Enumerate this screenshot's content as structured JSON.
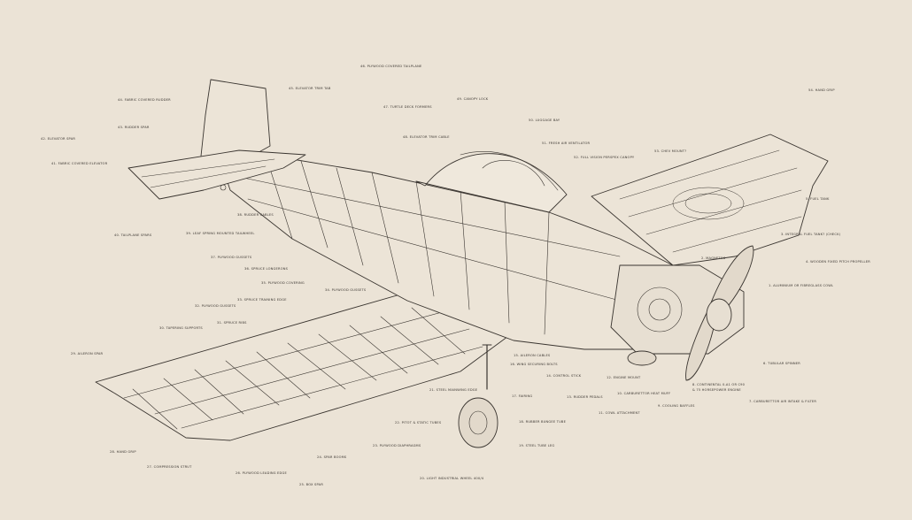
{
  "labels": [
    {
      "id": "l1",
      "text": "1. ALUMINIUM OR FIBREGLASS COWL"
    },
    {
      "id": "l2",
      "text": "2. MAGNETOS"
    },
    {
      "id": "l3",
      "text": "3. INTEGRAL FUEL TANK? (check)"
    },
    {
      "id": "l4",
      "text": "4. WOODEN FIXED PITCH PROPELLER"
    },
    {
      "id": "l5",
      "text": "5. FUEL TANK"
    },
    {
      "id": "l6",
      "text": "6. TUBULAR SPINNER"
    },
    {
      "id": "l7",
      "text": "7. CARBURETTOR AIR INTAKE & FILTER"
    },
    {
      "id": "l8",
      "text": "8. CONTINENTAL 0-A1 OR C90"
    },
    {
      "id": "l8b",
      "text": "& 75 HORSEPOWER ENGINE"
    },
    {
      "id": "l9",
      "text": "9. COOLING BAFFLES"
    },
    {
      "id": "l10",
      "text": "10. CARBURETTOR HEAT MUFF"
    },
    {
      "id": "l11",
      "text": "11. COWL ATTACHMENT"
    },
    {
      "id": "l12",
      "text": "12. ENGINE MOUNT"
    },
    {
      "id": "l13",
      "text": "13. RUDDER PEDALS"
    },
    {
      "id": "l14",
      "text": "14. CONTROL STICK"
    },
    {
      "id": "l15",
      "text": "15. AILERON CABLES"
    },
    {
      "id": "l16",
      "text": "16. WING SECURING BOLTS"
    },
    {
      "id": "l17",
      "text": "17. FAIRING"
    },
    {
      "id": "l18",
      "text": "18. RUBBER BUNGEE TUBE"
    },
    {
      "id": "l19",
      "text": "19. STEEL TUBE LEG"
    },
    {
      "id": "l20",
      "text": "20. LIGHT INDUSTRIAL WHEEL 400/4"
    },
    {
      "id": "l21",
      "text": "21. STEEL MAINWING EDGE"
    },
    {
      "id": "l22",
      "text": "22. PITOT & STATIC TUBES"
    },
    {
      "id": "l23",
      "text": "23. PLYWOOD DIAPHRAGMS"
    },
    {
      "id": "l24",
      "text": "24. SPAR BOOMS"
    },
    {
      "id": "l25",
      "text": "25. BOX SPAR"
    },
    {
      "id": "l26",
      "text": "26. PLYWOOD LEADING EDGE"
    },
    {
      "id": "l27",
      "text": "27. COMPRESSION STRUT"
    },
    {
      "id": "l28",
      "text": "28. HAND GRIP"
    },
    {
      "id": "l29",
      "text": "29. AILERON SPAR"
    },
    {
      "id": "l30",
      "text": "30. TAPERING SUPPORTS"
    },
    {
      "id": "l31",
      "text": "31. SPRUCE RIBS"
    },
    {
      "id": "l32",
      "text": "32. PLYWOOD GUSSETS"
    },
    {
      "id": "l33",
      "text": "33. SPRUCE TRAINING EDGE"
    },
    {
      "id": "l34",
      "text": "34. PLYWOOD GUSSETS"
    },
    {
      "id": "l35",
      "text": "35. PLYWOOD COVERING"
    },
    {
      "id": "l36",
      "text": "36. SPRUCE LONGERONS"
    },
    {
      "id": "l37",
      "text": "37. PLYWOOD GUSSETS"
    },
    {
      "id": "l38",
      "text": "38. RUDDER CABLES"
    },
    {
      "id": "l39",
      "text": "39. LEAF SPRING MOUNTED TAILWHEEL"
    },
    {
      "id": "l40",
      "text": "40. TAILPLANE SPARS"
    },
    {
      "id": "l41",
      "text": "41. FABRIC COVERED ELEVATOR"
    },
    {
      "id": "l42",
      "text": "42. ELEVATOR SPAR"
    },
    {
      "id": "l43",
      "text": "43. RUDDER SPAR"
    },
    {
      "id": "l44",
      "text": "44. FABRIC COVERED RUDDER"
    },
    {
      "id": "l45",
      "text": "45. ELEVATOR TRIM TAB"
    },
    {
      "id": "l46",
      "text": "46. PLYWOOD COVERED TAILPLANE"
    },
    {
      "id": "l47",
      "text": "47. TURTLE DECK FORMERS"
    },
    {
      "id": "l48",
      "text": "48. ELEVATOR TRIM CABLE"
    },
    {
      "id": "l49",
      "text": "49. CANOPY LOCK"
    },
    {
      "id": "l50",
      "text": "50. LUGGAGE BAY"
    },
    {
      "id": "l51",
      "text": "51. FRESH AIR VENTILATOR"
    },
    {
      "id": "l52",
      "text": "52. FULL VISION PERSPEX CANOPY"
    },
    {
      "id": "l53",
      "text": "53. CHEV MOUNT?"
    },
    {
      "id": "l54",
      "text": "54. HAND GRIP"
    }
  ],
  "colors": {
    "background": "#ebe3d6",
    "ink": "#3a3530",
    "leader": "#7a726a"
  }
}
